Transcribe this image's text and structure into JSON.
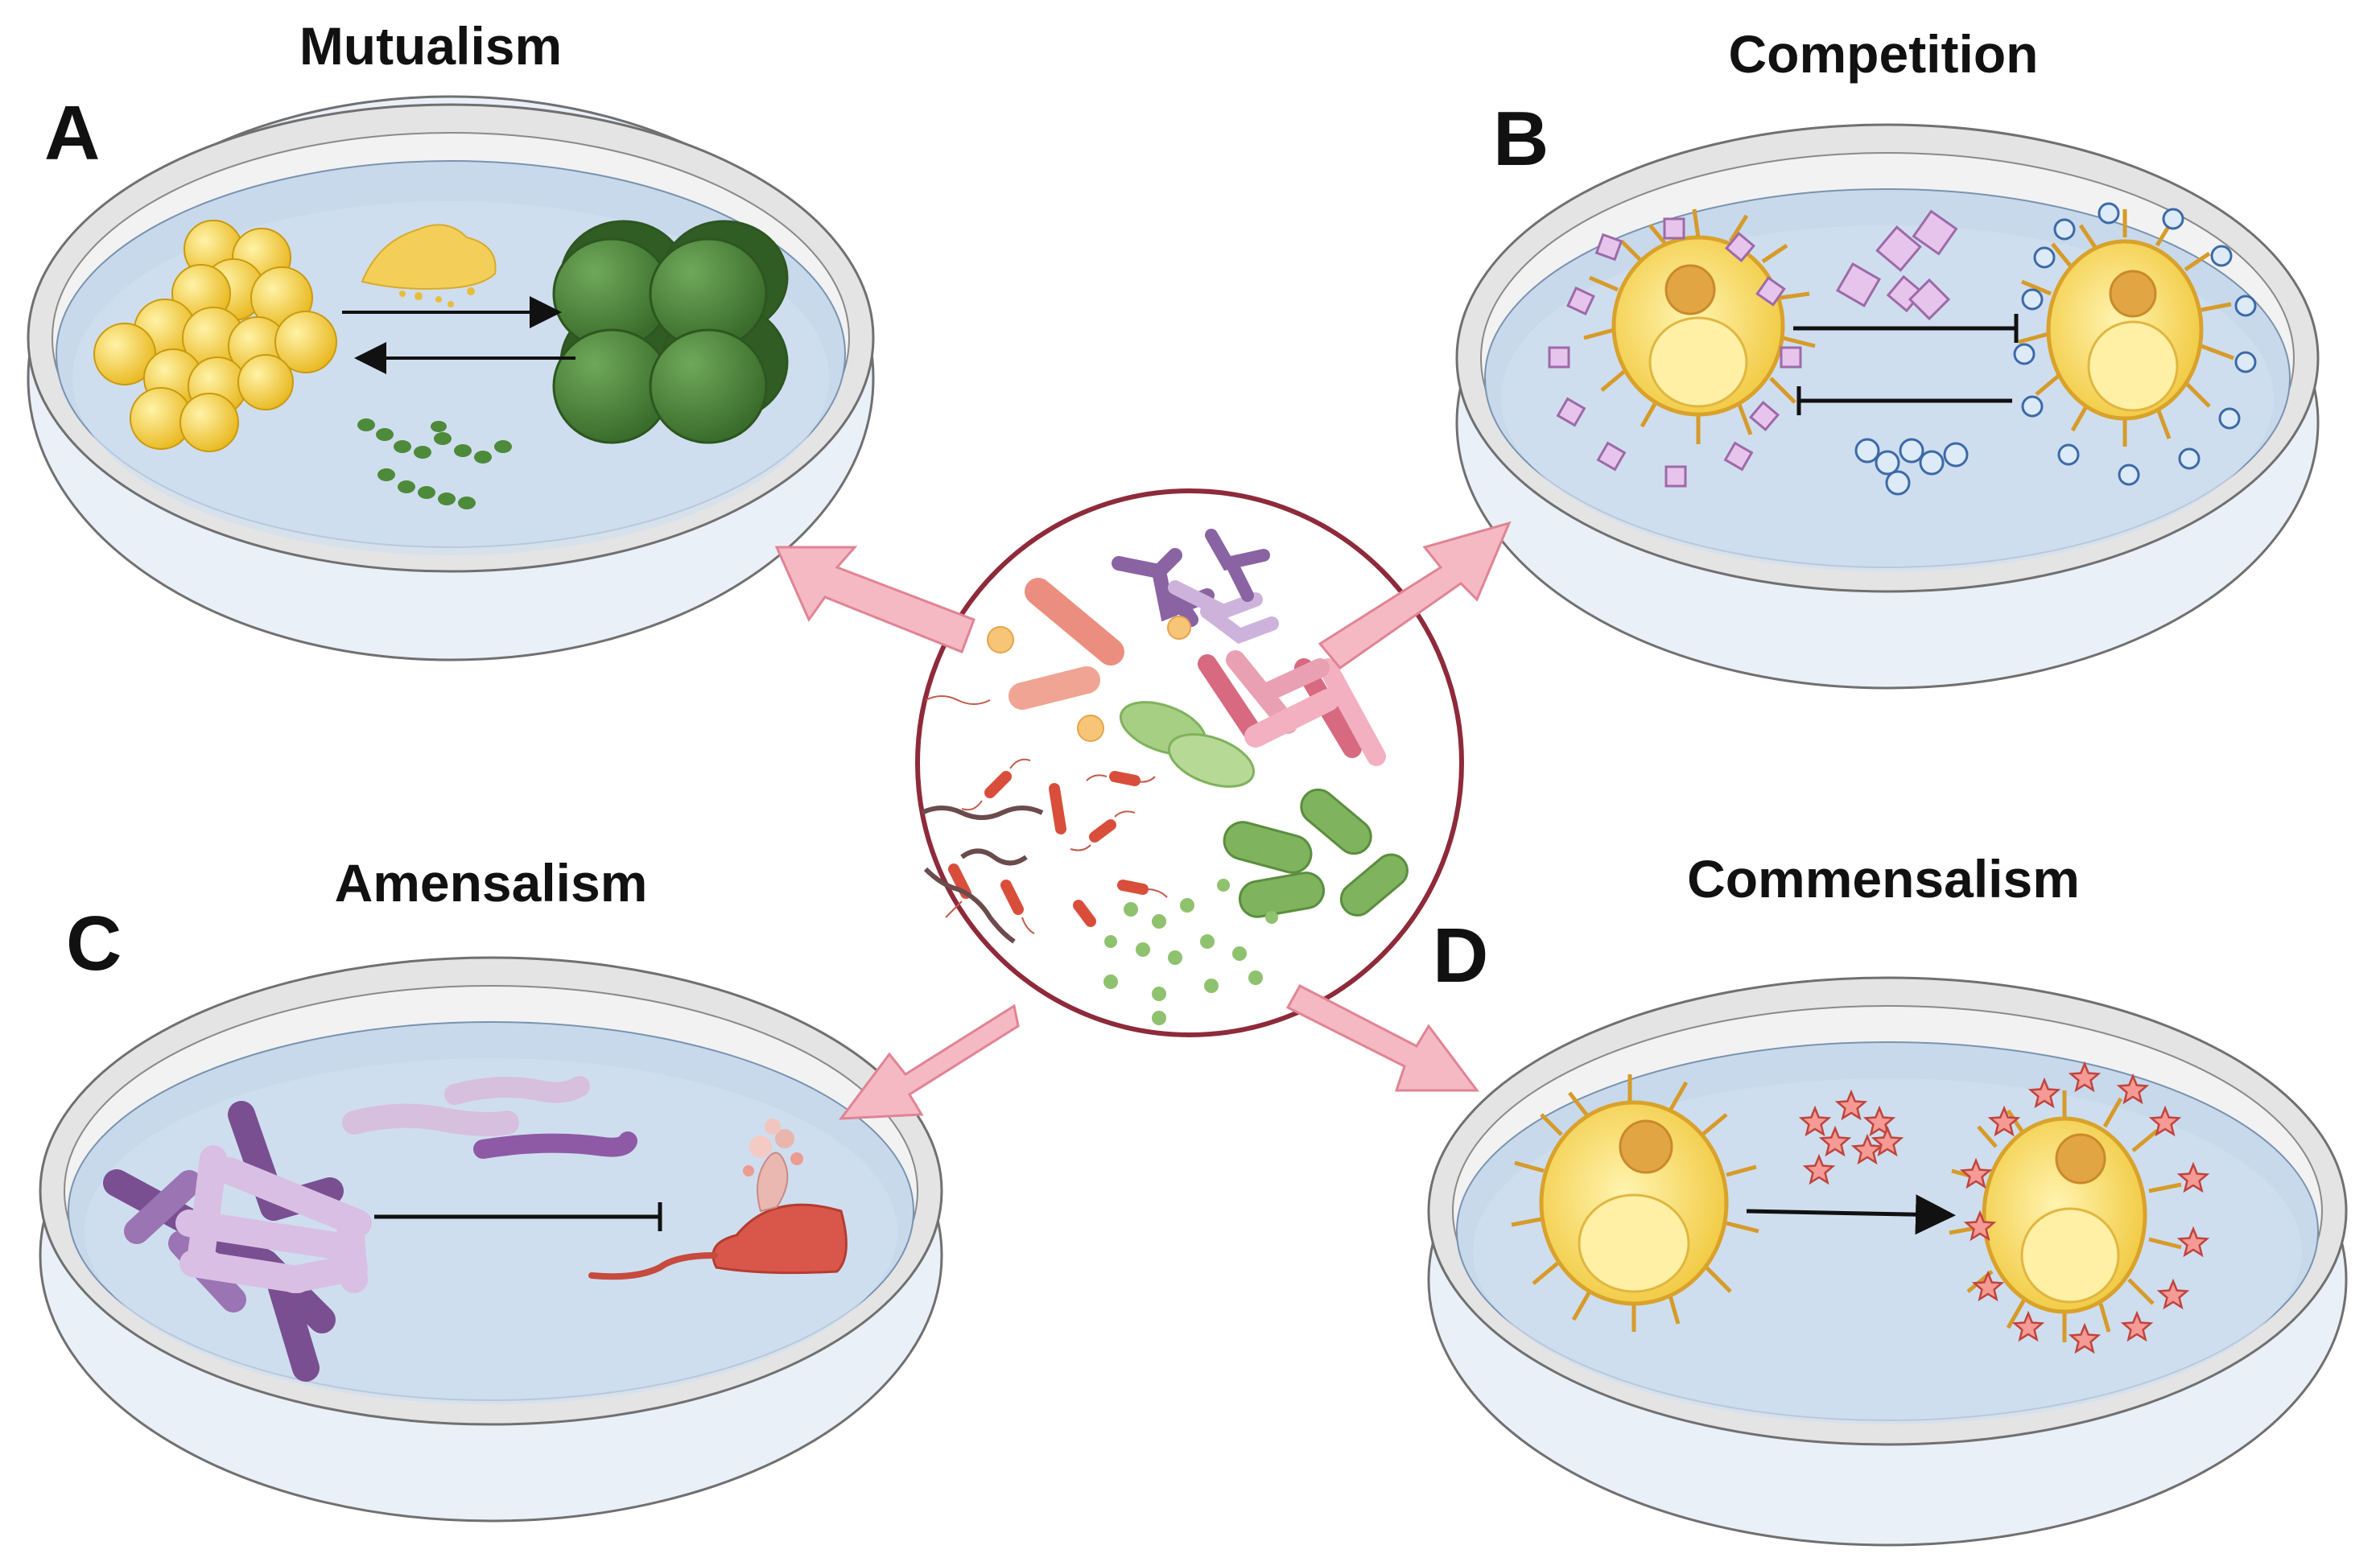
{
  "panels": {
    "A": {
      "letter": "A",
      "title": "Mutualism"
    },
    "B": {
      "letter": "B",
      "title": "Competition"
    },
    "C": {
      "letter": "C",
      "title": "Amensalism"
    },
    "D": {
      "letter": "D",
      "title": "Commensalism"
    }
  },
  "colors": {
    "dish_rim": "#e3e3e3",
    "dish_outline": "#6b6b6b",
    "medium": "#c8d9ec",
    "arrow_pink": "#f5b9c3",
    "center_border": "#8e2a3a",
    "yellow_cell": "#f6d24c",
    "green_cell": "#4e8a3c",
    "purple_cell": "#a88ec0",
    "red_bacterium": "#d9574a"
  },
  "icons": {
    "center": "microbial-community-icon",
    "A_left": "yellow-cocci-cluster-icon",
    "A_right": "green-cell-cluster-icon",
    "B_cells": "yeast-cell-icon",
    "C_left": "branched-filament-icon",
    "C_right": "lysing-bacterium-icon",
    "D_cells": "yeast-cell-icon"
  }
}
